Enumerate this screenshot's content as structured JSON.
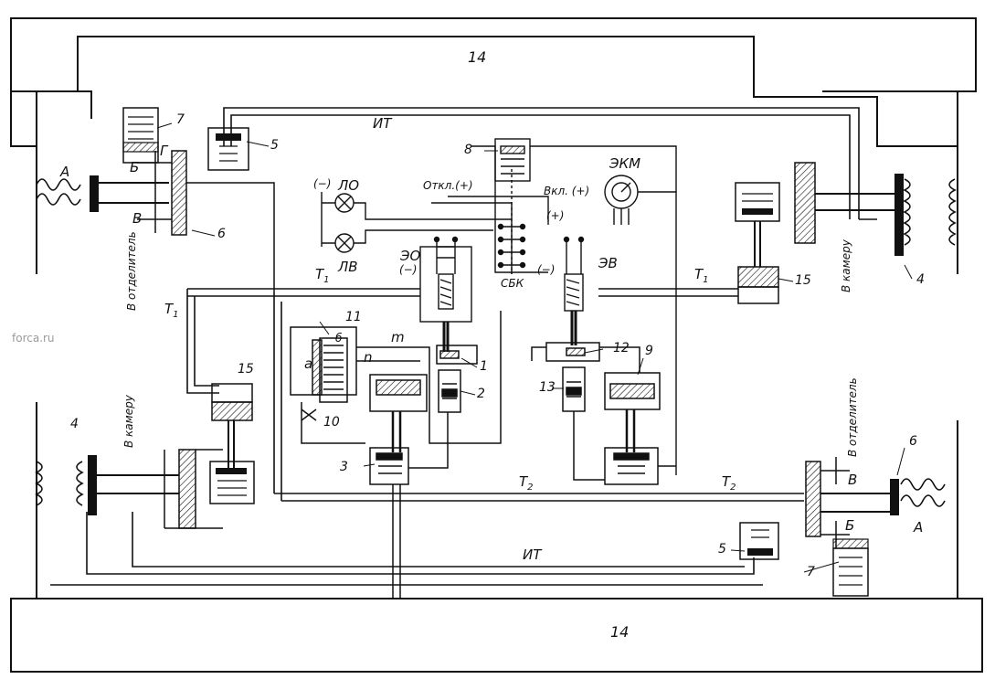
{
  "labels": {
    "frame_top": "14",
    "frame_bottom": "14",
    "it_top": "ИТ",
    "it_bottom": "ИТ",
    "t1_left_top": "T",
    "t1_left_side": "T",
    "t1_right": "T",
    "t2_left": "T",
    "t2_right": "T",
    "sub1": "1",
    "sub2": "2",
    "a_left": "А",
    "b_left": "Б",
    "v_left": "В",
    "g_left": "Г",
    "a_right": "А",
    "b_right": "Б",
    "v_right": "В",
    "to_separator_left": "В отделитель",
    "to_separator_right": "В отделитель",
    "to_chamber_left": "В камеру",
    "to_chamber_right": "В камеру",
    "lo": "ЛО",
    "lv": "ЛВ",
    "minus": "(−)",
    "off_plus": "Откл.(+)",
    "on_plus": "Вкл. (+)",
    "plus": "(+)",
    "ekm": "ЭКМ",
    "eo": "ЭО",
    "ev": "ЭВ",
    "sbk": "СБК",
    "a_small": "а",
    "b_small": "б",
    "m_small": "m",
    "n_small": "n",
    "watermark": "forca.ru"
  },
  "numbers": {
    "n1": "1",
    "n2": "2",
    "n3": "3",
    "n4_left": "4",
    "n4_right": "4",
    "n5_left": "5",
    "n5_right": "5",
    "n6_left": "6",
    "n6_right": "6",
    "n7_left": "7",
    "n7_right": "7",
    "n8": "8",
    "n9": "9",
    "n10": "10",
    "n11": "11",
    "n12": "12",
    "n13": "13",
    "n15_left": "15",
    "n15_right": "15"
  }
}
